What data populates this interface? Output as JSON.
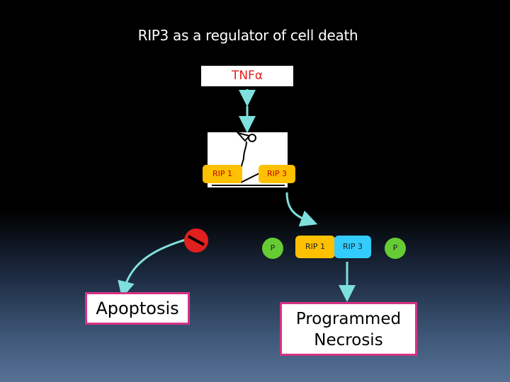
{
  "title": "RIP3 as a regulator of cell death",
  "tnf_label": "TNFα",
  "complex": {
    "rip1": "RIP 1",
    "rip3": "RIP 3"
  },
  "necrosome": {
    "p_left": "P",
    "rip1": "RIP 1",
    "rip3": "RIP 3",
    "p_right": "P"
  },
  "outcomes": {
    "apoptosis": "Apoptosis",
    "necrosis_line1": "Programmed",
    "necrosis_line2": "Necrosis"
  },
  "colors": {
    "rip1": "#ffc000",
    "rip3": "#33ccff",
    "phospho": "#66cc33",
    "arrow": "#7ee0dc",
    "outcome_border": "#d63384",
    "inhibit": "#e0201e"
  },
  "icons": [
    "arrow-down-icon",
    "curved-arrow-icon",
    "inhibition-icon",
    "receptor-icon"
  ]
}
